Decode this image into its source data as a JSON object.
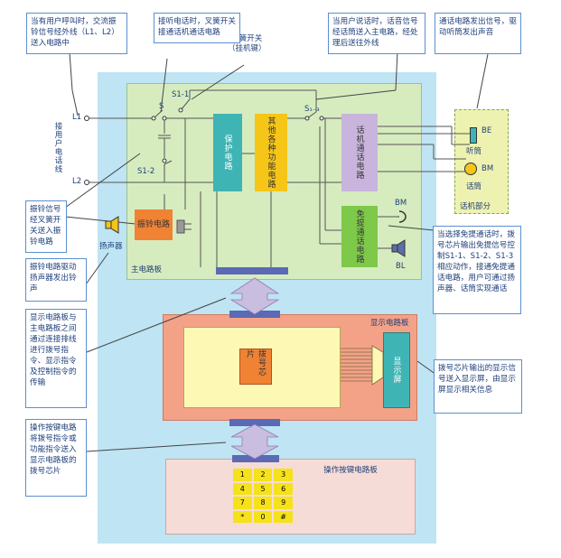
{
  "callouts": {
    "c1": "当有用户呼叫时，交流振铃信号经外线（L1、L2）送入电路中",
    "c2": "接听电话时，叉簧开关接通话机通话电路",
    "c3": "当用户说话时，话音信号经话筒送入主电路，经处理后送往外线",
    "c4": "通话电路发出信号，驱动听筒发出声音",
    "c5": "振铃信号经叉簧开关送入振铃电路",
    "c6": "振铃电路驱动扬声器发出铃声",
    "c7": "当选择免提通话时，拨号芯片输出免提信号控制S1-1、S1-2、S1-3相应动作，接通免提通话电路，用户可通过扬声器、话筒实现通话",
    "c8": "显示电路板与主电路板之间通过连接排线进行拨号指令、显示指令及控制指令的传输",
    "c9": "拨号芯片输出的显示信号送入显示屏，由显示屏显示相关信息",
    "c10": "操作按键电路将拨号指令或功能指令送入显示电路板的拨号芯片"
  },
  "labels": {
    "hook_switch": "叉簧开关\n（挂机键）",
    "user_line": "接用户电话线",
    "L1": "L1",
    "L2": "L2",
    "S": "S",
    "S1_1": "S1-1",
    "S1_2": "S1-2",
    "S1_3": "S₁₋₃",
    "main_board": "主电路板",
    "speaker": "扬声器",
    "ring_circuit": "振铃电路",
    "protect_circuit": "保护电路",
    "other_circuit": "其他各种功能电路",
    "talk_circuit": "话机通话电路",
    "handsfree_circuit": "免提通话电路",
    "BE": "BE",
    "BM": "BM",
    "BL": "BL",
    "receiver": "听筒",
    "microphone": "话筒",
    "handset_part": "话机部分",
    "display_board": "显示电路板",
    "dial_chip": "拨号芯片",
    "display_screen": "显示屏",
    "keypad_board": "操作按键电路板"
  },
  "keypad": [
    "1",
    "2",
    "3",
    "4",
    "5",
    "6",
    "7",
    "8",
    "9",
    "*",
    "0",
    "#"
  ],
  "colors": {
    "outer_bg": "#bfe4f4",
    "main_board": "#d6ecbf",
    "display_board": "#f3a288",
    "display_inner": "#fdf8b4",
    "keypad_board": "#f6dcd6",
    "protect": "#3fb4b5",
    "other": "#f5c518",
    "talk": "#c8b4dc",
    "handsfree": "#7ec84a",
    "ring": "#f08234",
    "chip": "#f08234",
    "screen": "#3fb4b5",
    "handset": "#eef2b0"
  }
}
